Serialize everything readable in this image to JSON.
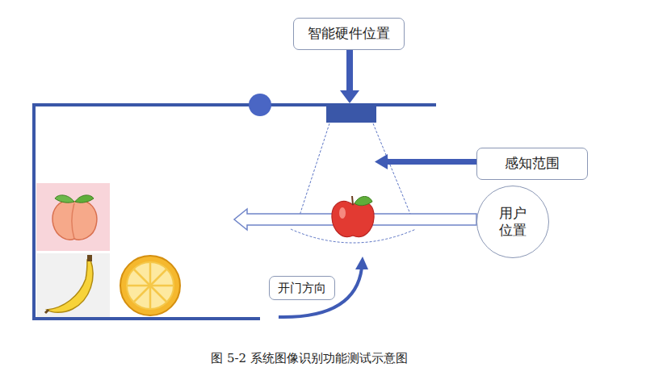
{
  "diagram": {
    "caption": "图 5-2 系统图像识别功能测试示意图",
    "nodes": [
      {
        "text": [
          "智能硬件位置"
        ]
      },
      {
        "text": [
          "感知范围"
        ]
      },
      {
        "text": [
          "用户 位置"
        ]
      },
      {
        "text": [
          "开门方向"
        ]
      }
    ]
  }
}
